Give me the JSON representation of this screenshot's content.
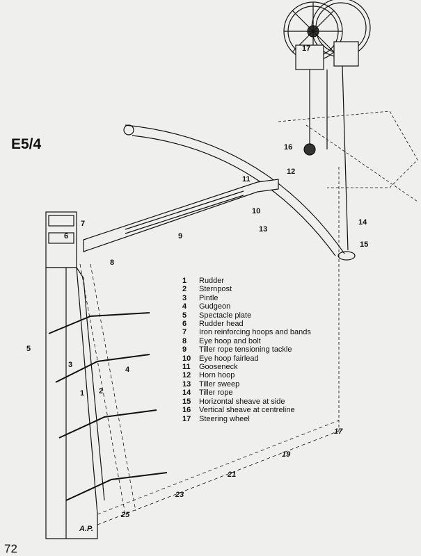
{
  "figure_label": "E5/4",
  "page_number": "72",
  "legend": [
    {
      "num": "1",
      "label": "Rudder"
    },
    {
      "num": "2",
      "label": "Sternpost"
    },
    {
      "num": "3",
      "label": "Pintle"
    },
    {
      "num": "4",
      "label": "Gudgeon"
    },
    {
      "num": "5",
      "label": "Spectacle plate"
    },
    {
      "num": "6",
      "label": "Rudder head"
    },
    {
      "num": "7",
      "label": "Iron reinforcing hoops and bands"
    },
    {
      "num": "8",
      "label": "Eye hoop and bolt"
    },
    {
      "num": "9",
      "label": "Tiller rope tensioning tackle"
    },
    {
      "num": "10",
      "label": "Eye hoop fairlead"
    },
    {
      "num": "11",
      "label": "Gooseneck"
    },
    {
      "num": "12",
      "label": "Horn hoop"
    },
    {
      "num": "13",
      "label": "Tiller sweep"
    },
    {
      "num": "14",
      "label": "Tiller rope"
    },
    {
      "num": "15",
      "label": "Horizontal sheave at side"
    },
    {
      "num": "16",
      "label": "Vertical sheave at centreline"
    },
    {
      "num": "17",
      "label": "Steering wheel"
    }
  ],
  "callouts": [
    "17",
    "16",
    "12",
    "11",
    "10",
    "13",
    "14",
    "15",
    "7",
    "6",
    "8",
    "9",
    "5",
    "3",
    "4",
    "1",
    "2"
  ],
  "stations": [
    "17",
    "19",
    "21",
    "23",
    "25",
    "A.P."
  ]
}
